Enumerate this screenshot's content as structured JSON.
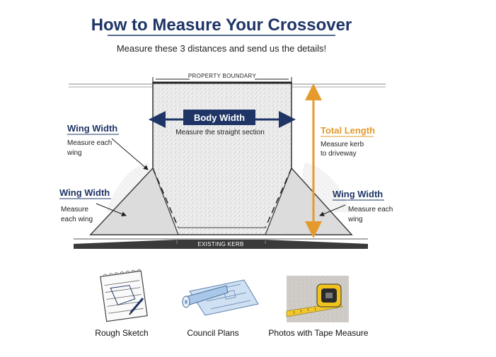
{
  "header": {
    "title": "How to Measure Your Crossover",
    "subtitle": "Measure these 3 distances and send us the details!"
  },
  "diagram": {
    "property_boundary": "PROPERTY BOUNDARY",
    "body_width": {
      "label": "Body Width",
      "desc": "Measure the straight section"
    },
    "total_length": {
      "label": "Total Length",
      "desc_line1": "Measure kerb",
      "desc_line2": "to driveway"
    },
    "wing_top_left": {
      "label": "Wing Width",
      "desc_line1": "Measure each",
      "desc_line2": "wing"
    },
    "wing_left": {
      "label": "Wing Width",
      "desc_line1": "Measure",
      "desc_line2": "each wing"
    },
    "wing_right": {
      "label": "Wing Width",
      "desc_line1": "Measure each",
      "desc_line2": "wing"
    },
    "kerb": "EXISTING KERB"
  },
  "colors": {
    "navy": "#1f3566",
    "orange": "#e59a2e",
    "concrete": "#e8e8e8",
    "dark": "#2b2b2b"
  },
  "examples": [
    {
      "label": "Rough Sketch",
      "icon": "notepad-sketch-icon"
    },
    {
      "label": "Council Plans",
      "icon": "blueprint-roll-icon"
    },
    {
      "label": "Photos with Tape Measure",
      "icon": "tape-measure-photo-icon"
    }
  ]
}
